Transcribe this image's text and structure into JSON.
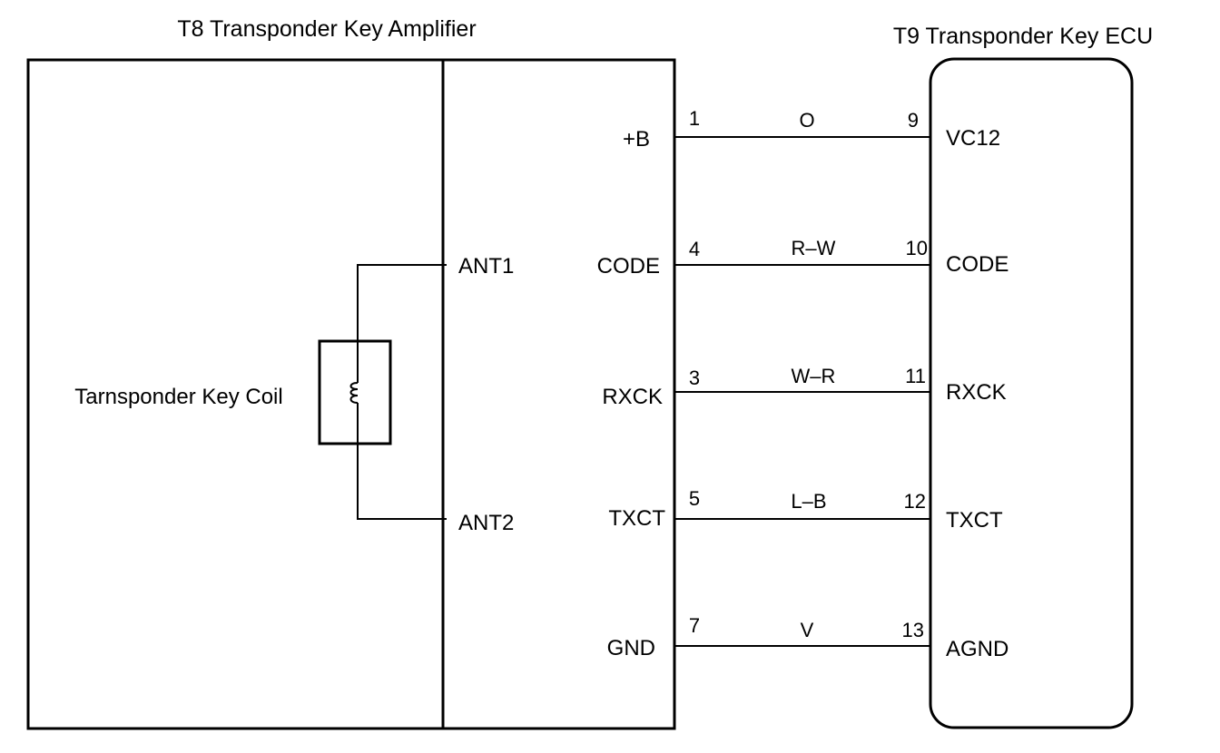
{
  "amplifier": {
    "title": "T8 Transponder Key Amplifier",
    "coil_label": "Tarnsponder Key Coil",
    "antenna_labels": [
      "ANT1",
      "ANT2"
    ]
  },
  "ecu": {
    "title": "T9 Transponder Key ECU"
  },
  "connections": [
    {
      "amp_terminal": "+B",
      "amp_pin": "1",
      "wire_color": "O",
      "ecu_pin": "9",
      "ecu_terminal": "VC12"
    },
    {
      "amp_terminal": "CODE",
      "amp_pin": "4",
      "wire_color": "R–W",
      "ecu_pin": "10",
      "ecu_terminal": "CODE"
    },
    {
      "amp_terminal": "RXCK",
      "amp_pin": "3",
      "wire_color": "W–R",
      "ecu_pin": "11",
      "ecu_terminal": "RXCK"
    },
    {
      "amp_terminal": "TXCT",
      "amp_pin": "5",
      "wire_color": "L–B",
      "ecu_pin": "12",
      "ecu_terminal": "TXCT"
    },
    {
      "amp_terminal": "GND",
      "amp_pin": "7",
      "wire_color": "V",
      "ecu_pin": "13",
      "ecu_terminal": "AGND"
    }
  ]
}
